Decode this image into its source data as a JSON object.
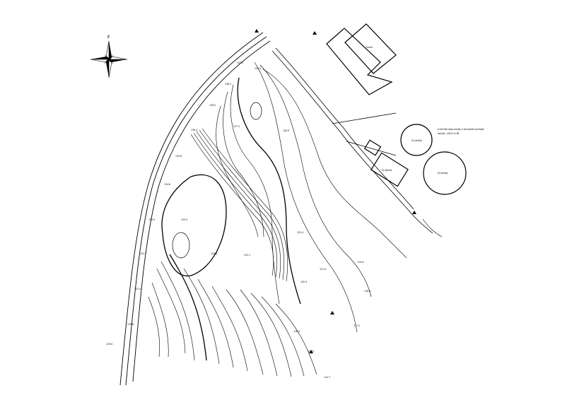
{
  "compass": {
    "north_label": "É"
  },
  "buildings": {
    "existing": "Üzem",
    "new_building_label": "Új épület",
    "tank1": "Új tartály",
    "tank2": "Új tartály"
  },
  "annotation": {
    "line1": "A terület alap szintje a tervezett burkolat",
    "line2": "szintje: 138.0 m Bf."
  },
  "spot_heights": [
    "137.5",
    "138.2",
    "138.0",
    "136.4",
    "135.8",
    "134.6",
    "133.9",
    "132.7",
    "131.5",
    "130.8",
    "129.6",
    "128.4",
    "127.2",
    "126.9",
    "125.5",
    "124.8",
    "123.1",
    "122.4",
    "121.9",
    "120.3",
    "119.8",
    "118.6",
    "117.2",
    "116.5",
    "115.9",
    "114.7"
  ]
}
